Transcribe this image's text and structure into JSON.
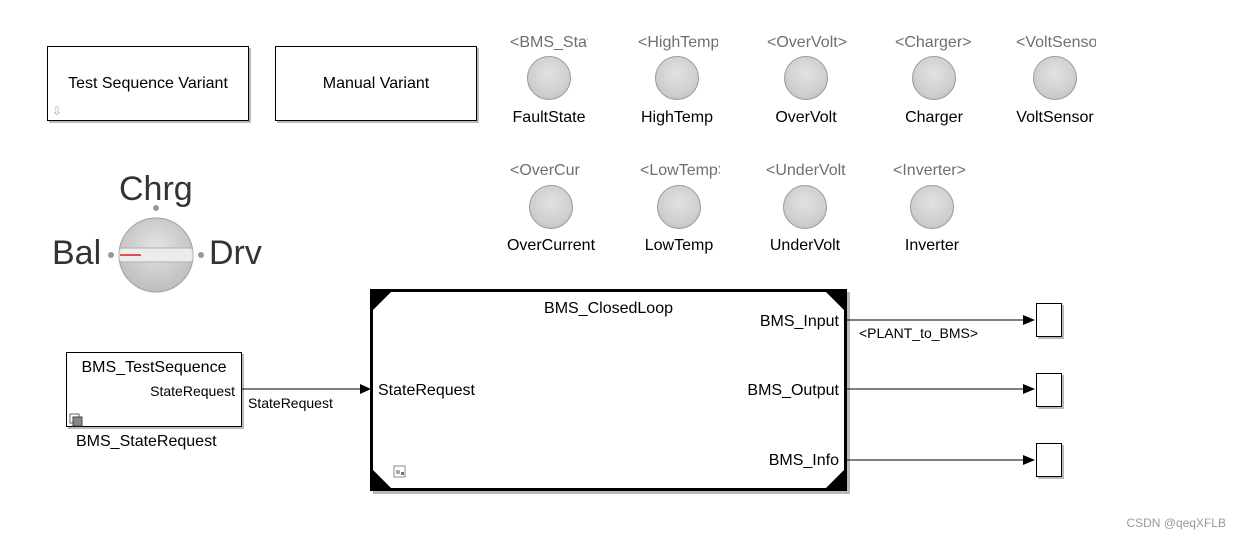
{
  "variants": {
    "test_sequence_label": "Test Sequence Variant",
    "manual_label": "Manual Variant"
  },
  "lamps_row1": [
    {
      "top": "<BMS_State",
      "bottom": "FaultState"
    },
    {
      "top": "<HighTemp>",
      "bottom": "HighTemp"
    },
    {
      "top": "<OverVolt>",
      "bottom": "OverVolt"
    },
    {
      "top": "<Charger>",
      "bottom": "Charger"
    },
    {
      "top": "<VoltSensor>",
      "bottom": "VoltSensor"
    }
  ],
  "lamps_row2": [
    {
      "top": "<OverCur",
      "bottom": "OverCurrent"
    },
    {
      "top": "<LowTemp>",
      "bottom": "LowTemp"
    },
    {
      "top": "<UnderVolt>",
      "bottom": "UnderVolt"
    },
    {
      "top": "<Inverter>",
      "bottom": "Inverter"
    }
  ],
  "knob": {
    "top": "Chrg",
    "left": "Bal",
    "right": "Drv"
  },
  "test_sequence_block": {
    "title": "BMS_TestSequence",
    "port": "StateRequest",
    "caption": "BMS_StateRequest"
  },
  "signal_label": "StateRequest",
  "closed_loop": {
    "title": "BMS_ClosedLoop",
    "in_port": "StateRequest",
    "out_ports": [
      "BMS_Input",
      "BMS_Output",
      "BMS_Info"
    ]
  },
  "plant_signal_label": "<PLANT_to_BMS>",
  "watermark": "CSDN @qeqXFLB",
  "colors": {
    "lamp_grey": "#cfcfcf",
    "knob_indicator": "#e05050",
    "shadow": "#b9b9b9"
  }
}
